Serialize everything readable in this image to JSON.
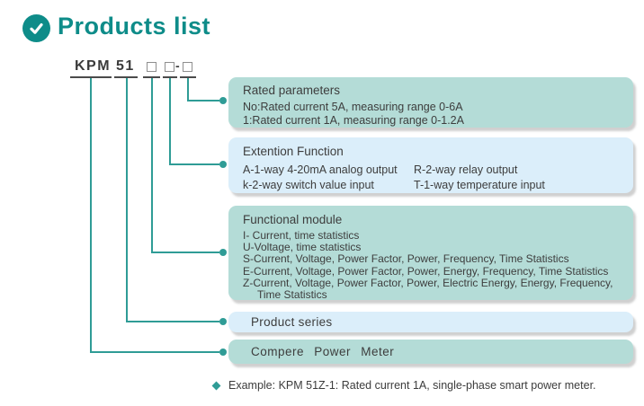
{
  "colors": {
    "accent_teal": "#0e8c89",
    "line_teal": "#2f9c96",
    "box_mint": "#b4dcd7",
    "box_blue": "#dbeefa",
    "text": "#3d3d3d"
  },
  "icons": {
    "check_icon": "checkmark in teal circle",
    "diamond_bullet": "small teal diamond"
  },
  "header": {
    "title": "Products list"
  },
  "model": {
    "prefix": "KPM",
    "series": "51",
    "separator": "-"
  },
  "boxes": {
    "rated_parameters": {
      "title": "Rated parameters",
      "lines": [
        "No:Rated current 5A, measuring range 0-6A",
        "1:Rated current 1A, measuring range 0-1.2A"
      ]
    },
    "extention_function": {
      "title": "Extention Function",
      "left_lines": [
        "A-1-way 4-20mA analog output",
        "k-2-way switch value input"
      ],
      "right_lines": [
        "R-2-way relay output",
        "T-1-way temperature input"
      ]
    },
    "functional_module": {
      "title": "Functional module",
      "lines": [
        "I- Current, time statistics",
        "U-Voltage, time statistics",
        "S-Current, Voltage, Power Factor, Power, Frequency, Time Statistics",
        "E-Current, Voltage, Power Factor, Power, Energy, Frequency, Time Statistics",
        "Z-Current, Voltage, Power Factor, Power, Electric Energy, Energy, Frequency,",
        "Time Statistics"
      ]
    },
    "product_series": {
      "title": "Product series"
    },
    "compere_power_meter": {
      "title": "Compere Power Meter"
    }
  },
  "example": {
    "text": "Example: KPM 51Z-1: Rated current 1A, single-phase smart power meter."
  }
}
